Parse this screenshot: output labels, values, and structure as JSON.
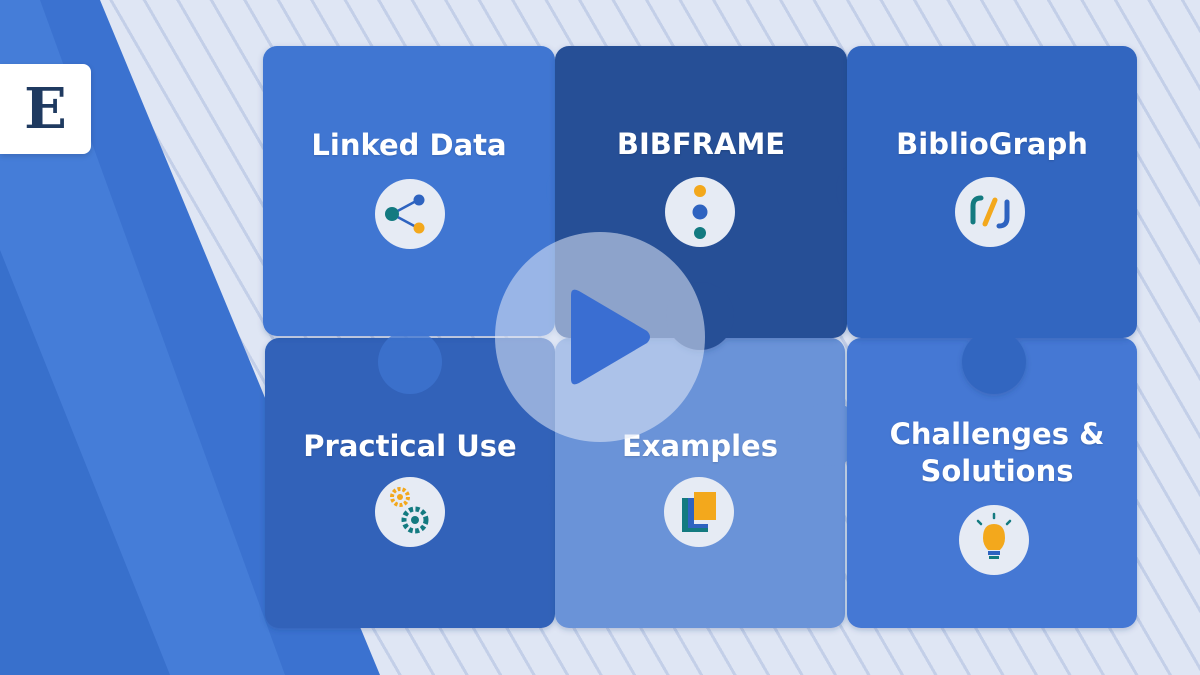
{
  "logo": {
    "letter": "E"
  },
  "tiles": [
    {
      "label": "Linked Data",
      "icon": "share-network-icon"
    },
    {
      "label": "BIBFRAME",
      "icon": "dots-vertical-icon"
    },
    {
      "label": "BiblioGraph",
      "icon": "bibliograph-logo-icon"
    },
    {
      "label": "Practical Use",
      "icon": "gears-icon"
    },
    {
      "label": "Examples",
      "icon": "documents-icon"
    },
    {
      "label": "Challenges &",
      "label2": "Solutions",
      "icon": "lightbulb-icon"
    }
  ],
  "play_button": {
    "icon": "play-icon"
  },
  "colors": {
    "tile_linked_data": "#3f76d2",
    "tile_bibframe": "#274f96",
    "tile_bibliograph": "#3366c0",
    "tile_practical_use": "#3162b9",
    "tile_examples": "#6b93d8",
    "tile_challenges": "#4478d4",
    "accent_teal": "#137a80",
    "accent_orange": "#f3a81c",
    "accent_blue": "#2e63c0",
    "logo_text": "#1f3a60"
  }
}
